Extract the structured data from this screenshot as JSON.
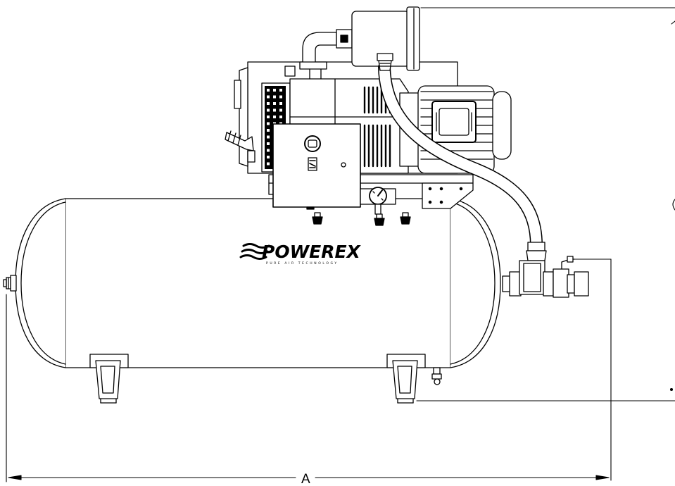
{
  "logo": {
    "brand": "POWEREX",
    "tagline": "PURE AIR TECHNOLOGY"
  },
  "dimension": {
    "overall_length_label": "A"
  },
  "colors": {
    "line": "#000000",
    "fill": "#ffffff",
    "hatch": "#000000"
  }
}
